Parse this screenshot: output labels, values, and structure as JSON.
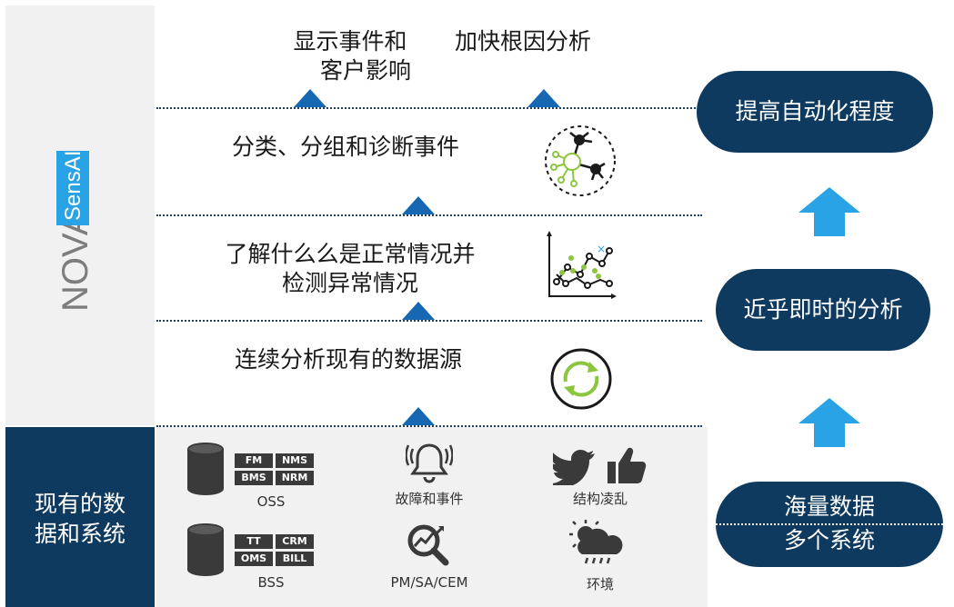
{
  "brand": {
    "nova": "NOVA",
    "sensai": "SensAI"
  },
  "left_bottom_label": [
    "现有的数",
    "据和系统"
  ],
  "top_labels": {
    "events_line1": "显示事件和",
    "events_line2": "客户影响",
    "root_cause": "加快根因分析"
  },
  "layers": {
    "classify": "分类、分组和诊断事件",
    "normal_line1": "了解什么么是正常情况并",
    "normal_line2": "检测异常情况",
    "continuous": "连续分析现有的数据源"
  },
  "sources": {
    "oss": {
      "label": "OSS",
      "tags": [
        "FM",
        "NMS",
        "BMS",
        "NRM"
      ]
    },
    "bss": {
      "label": "BSS",
      "tags": [
        "TT",
        "CRM",
        "OMS",
        "BILL"
      ]
    },
    "faults": {
      "label": "故障和事件"
    },
    "pm": {
      "label": "PM/SA/CEM"
    },
    "social": {
      "label": "结构凌乱"
    },
    "environment": {
      "label": "环境"
    }
  },
  "right": {
    "automation": "提高自动化程度",
    "near_realtime": "近乎即时的分析",
    "massive_line1": "海量数据",
    "massive_line2": "多个系统"
  },
  "colors": {
    "navy": "#0f3a5f",
    "accent_blue": "#1668b2",
    "arrow_blue": "#29a3e6",
    "green": "#8cc63f"
  }
}
